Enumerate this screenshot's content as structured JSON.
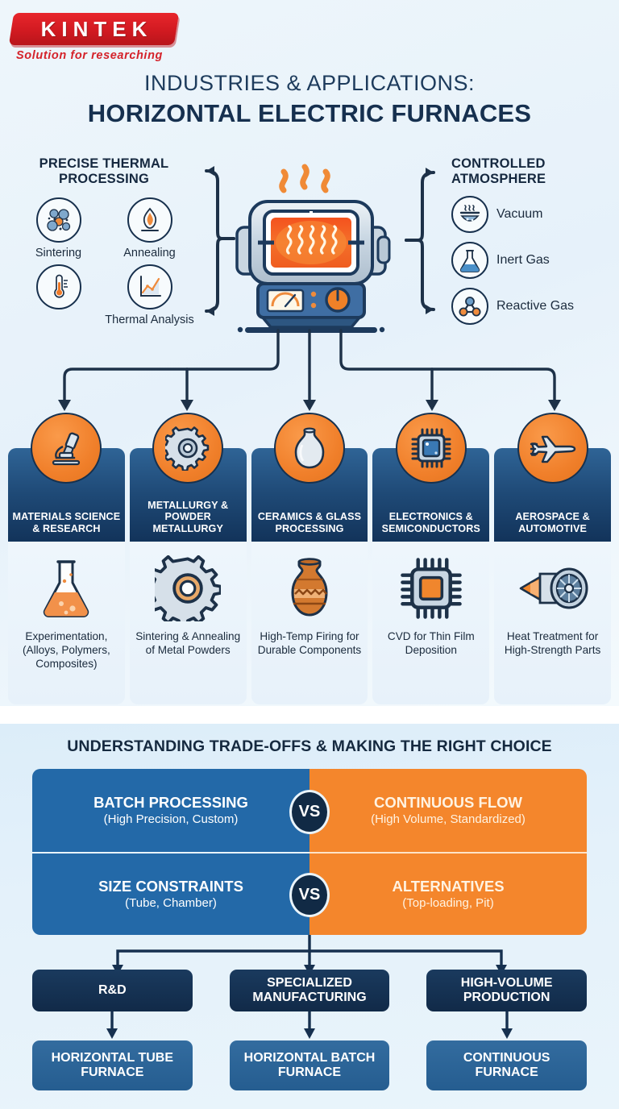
{
  "brand": {
    "name": "KINTEK",
    "tagline": "Solution for researching",
    "logo_color": "#d21a21"
  },
  "title": {
    "line1": "INDUSTRIES & APPLICATIONS:",
    "line2": "HORIZONTAL ELECTRIC FURNACES"
  },
  "colors": {
    "navy": "#16304f",
    "orange": "#f07f2a",
    "blue": "#2369a8",
    "dark_navy": "#112a48",
    "background": "#e8f3fb"
  },
  "left_panel": {
    "heading_line1": "PRECISE THERMAL",
    "heading_line2": "PROCESSING",
    "items": [
      {
        "label": "Sintering",
        "icon": "particles-icon"
      },
      {
        "label": "Annealing",
        "icon": "flame-icon"
      },
      {
        "label": "",
        "icon": "thermometer-icon"
      },
      {
        "label": "Thermal Analysis",
        "icon": "line-chart-icon"
      }
    ]
  },
  "center": {
    "icon": "horizontal-electric-furnace-illustration"
  },
  "right_panel": {
    "heading_line1": "CONTROLLED",
    "heading_line2": "ATMOSPHERE",
    "items": [
      {
        "label": "Vacuum",
        "icon": "vacuum-icon"
      },
      {
        "label": "Inert Gas",
        "icon": "flask-icon"
      },
      {
        "label": "Reactive Gas",
        "icon": "molecule-icon"
      }
    ]
  },
  "industries": [
    {
      "badge_icon": "microscope-icon",
      "title": "MATERIALS SCIENCE & RESEARCH",
      "body_icon": "flask-icon",
      "caption": "Experimentation, (Alloys, Polymers, Composites)"
    },
    {
      "badge_icon": "gear-icon",
      "title": "METALLURGY & POWDER METALLURGY",
      "body_icon": "gear-icon",
      "caption": "Sintering & Annealing of Metal Powders"
    },
    {
      "badge_icon": "vase-icon",
      "title": "CERAMICS & GLASS PROCESSING",
      "body_icon": "pottery-icon",
      "caption": "High-Temp Firing for Durable Components"
    },
    {
      "badge_icon": "chip-icon",
      "title": "ELECTRONICS & SEMICONDUCTORS",
      "body_icon": "chip-icon",
      "caption": "CVD for Thin Film Deposition"
    },
    {
      "badge_icon": "airplane-icon",
      "title": "AEROSPACE & AUTOMOTIVE",
      "body_icon": "jet-engine-icon",
      "caption": "Heat Treatment for High-Strength Parts"
    }
  ],
  "tradeoffs": {
    "section_title": "UNDERSTANDING TRADE-OFFS & MAKING THE RIGHT CHOICE",
    "vs_label": "VS",
    "rows": [
      {
        "left_title": "BATCH PROCESSING",
        "left_sub": "(High Precision, Custom)",
        "right_title": "CONTINUOUS FLOW",
        "right_sub": "(High Volume, Standardized)"
      },
      {
        "left_title": "SIZE CONSTRAINTS",
        "left_sub": "(Tube, Chamber)",
        "right_title": "ALTERNATIVES",
        "right_sub": "(Top-loading, Pit)"
      }
    ]
  },
  "decision": {
    "needs": [
      "R&D",
      "SPECIALIZED MANUFACTURING",
      "HIGH-VOLUME PRODUCTION"
    ],
    "solutions": [
      "HORIZONTAL TUBE FURNACE",
      "HORIZONTAL BATCH FURNACE",
      "CONTINUOUS FURNACE"
    ]
  }
}
